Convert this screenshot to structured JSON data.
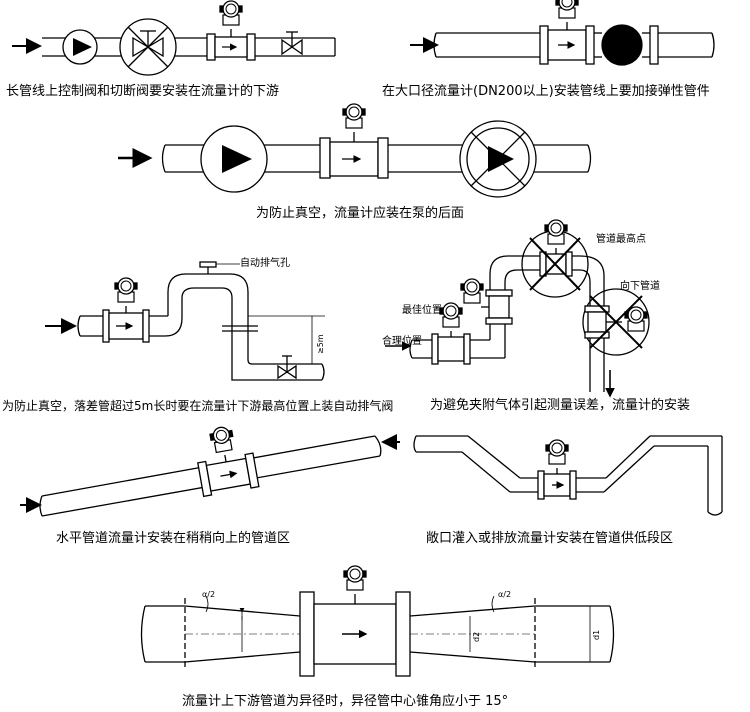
{
  "captions": {
    "c1": "长管线上控制阀和切断阀要安装在流量计的下游",
    "c2": "在大口径流量计(DN200以上)安装管线上要加接弹性管件",
    "c3": "为防止真空，流量计应装在泵的后面",
    "c4": "为防止真空，落差管超过5m长时要在流量计下游最高位置上装自动排气阀",
    "c5": "为避免夹附气体引起测量误差，流量计的安装",
    "c6": "水平管道流量计安装在稍稍向上的管道区",
    "c7": "敞口灌入或排放流量计安装在管道供低段区",
    "c8": "流量计上下游管道为异径时，异径管中心锥角应小于 15°"
  },
  "labels": {
    "air_vent": "自动排气孔",
    "drop": "≥5m",
    "highest_point": "管道最高点",
    "down_pipe": "向下管道",
    "best_position": "最佳位置",
    "reasonable_position": "合理位置",
    "alpha_left": "α/2",
    "alpha_right": "α/2",
    "d2": "d2",
    "d1": "d1"
  }
}
